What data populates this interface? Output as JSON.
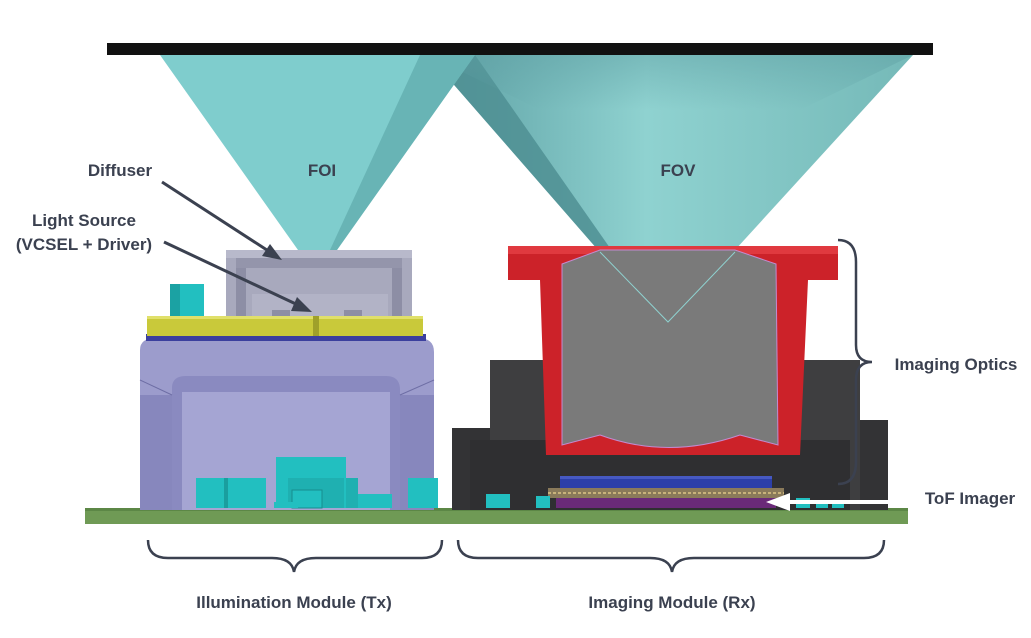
{
  "labels": {
    "foi": "FOI",
    "fov": "FOV",
    "diffuser": "Diffuser",
    "light_source_line1": "Light Source",
    "light_source_line2": "(VCSEL + Driver)",
    "imaging_optics": "Imaging Optics",
    "tof_imager": "ToF Imager",
    "illumination_module": "Illumination Module (Tx)",
    "imaging_module": "Imaging Module (Rx)"
  },
  "colors": {
    "beam": "#7fcdcd",
    "beam_dark": "#4f9ea2",
    "target_surface": "#111111",
    "pcb": "#6f9a55",
    "illum_housing": "#9c9ccc",
    "illum_housing_dark": "#7d7db3",
    "diffuser_holder": "#a8a9bd",
    "vcsel_board": "#c9c93a",
    "lens_barrel": "#cc2229",
    "lens_body": "#7a7a7a",
    "imaging_housing": "#3e3e40",
    "imager_chip": "#6a2a78",
    "imager_glass": "#2c3fa8",
    "components": "#22bfc0",
    "label_text": "#3b4150",
    "arrow_white": "#ffffff"
  }
}
